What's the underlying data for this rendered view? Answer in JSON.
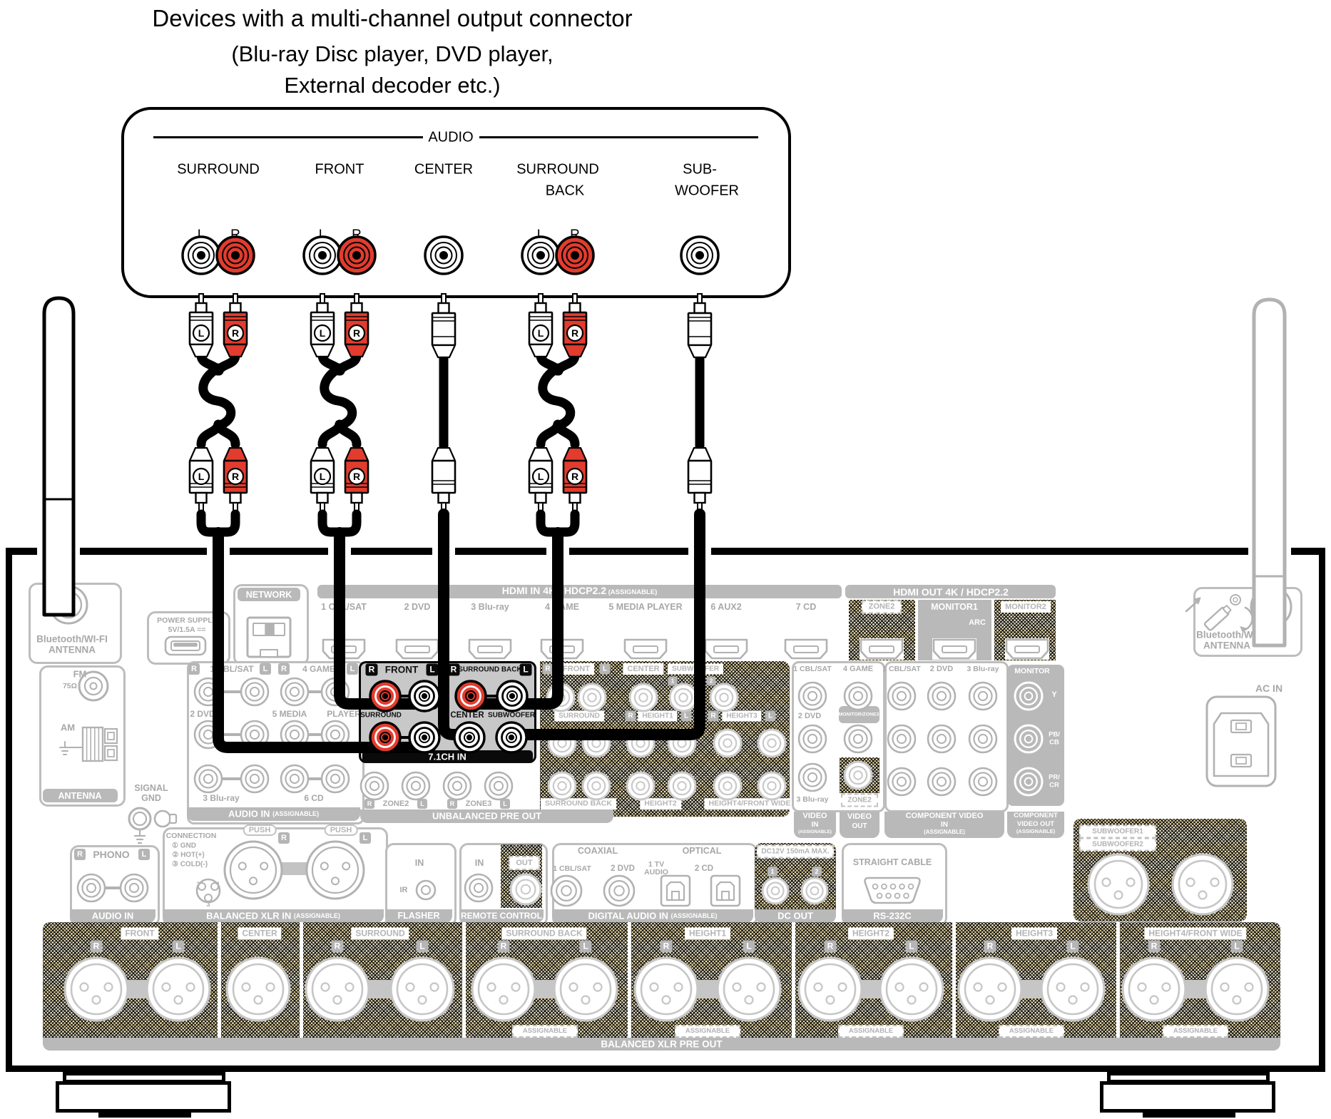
{
  "title": {
    "line1": "Devices with a multi-channel output connector",
    "line2": "(Blu-ray Disc player, DVD player,",
    "line3": "External decoder etc.)"
  },
  "source_device": {
    "group_label": "AUDIO",
    "left": "L",
    "right": "R",
    "channels": [
      {
        "label": "SURROUND",
        "label2": ""
      },
      {
        "label": "FRONT",
        "label2": ""
      },
      {
        "label": "CENTER",
        "label2": ""
      },
      {
        "label": "SURROUND",
        "label2": "BACK"
      },
      {
        "label": "SUB-",
        "label2": "WOOFER"
      }
    ]
  },
  "cables": {
    "l": "L",
    "r": "R",
    "list": [
      "surround-cable",
      "front-cable",
      "center-cable",
      "surround-back-cable",
      "subwoofer-cable"
    ]
  },
  "receiver": {
    "antenna_left": {
      "line1": "Bluetooth/WI-FI",
      "line2": "ANTENNA"
    },
    "antenna_right": {
      "line1": "Bluetooth/WI-FI",
      "line2": "ANTENNA"
    },
    "power_supply": {
      "line1": "POWER SUPPLY",
      "line2": "5V/1.5A =="
    },
    "network": "NETWORK",
    "tuner": {
      "fm": "FM",
      "ohm": "75Ω",
      "am": "AM",
      "footer": "ANTENNA"
    },
    "signal_gnd": {
      "line1": "SIGNAL",
      "line2": "GND"
    },
    "audio_in": {
      "r": "R",
      "l": "L",
      "row1a": "1 CBL/SAT",
      "row1b": "4 GAME",
      "row2a": "2 DVD",
      "row2b": "5 MEDIA",
      "row2c": "PLAYER",
      "row3a": "3 Blu-ray",
      "row3b": "6 CD",
      "footer": "AUDIO IN",
      "footer_note": "(ASSIGNABLE)"
    },
    "phono": {
      "r": "R",
      "label": "PHONO",
      "l": "L",
      "footer": "AUDIO IN"
    },
    "xlr_in": {
      "connection": "CONNECTION",
      "pin1": "① GND",
      "pin2": "② HOT(+)",
      "pin3": "③ COLD(-)",
      "push": "PUSH",
      "r": "R",
      "l": "L",
      "d2": "2",
      "d1": "1",
      "d3": "3",
      "footer": "BALANCED XLR IN",
      "footer_note": "(ASSIGNABLE)"
    },
    "flasher": {
      "in": "IN",
      "ir": "IR",
      "footer": "FLASHER"
    },
    "remote": {
      "in": "IN",
      "out": "OUT",
      "footer": "REMOTE CONTROL"
    },
    "digital_in": {
      "coaxial": "COAXIAL",
      "optical": "OPTICAL",
      "c1": "1 CBL/SAT",
      "c2": "2 DVD",
      "o1a": "1 TV",
      "o1b": "AUDIO",
      "o2": "2 CD",
      "footer": "DIGITAL AUDIO IN",
      "footer_note": "(ASSIGNABLE)"
    },
    "dc_out": {
      "note": "DC12V 150mA MAX.",
      "b1": "1",
      "b2": "2",
      "footer": "DC OUT"
    },
    "rs232": {
      "note": "STRAIGHT CABLE",
      "footer": "RS-232C"
    },
    "hdmi_in": {
      "header": "HDMI IN  4K / HDCP2.2",
      "header_note": "(ASSIGNABLE)",
      "ports": [
        "1 CBL/SAT",
        "2 DVD",
        "3 Blu-ray",
        "4 GAME",
        "5 MEDIA PLAYER",
        "6 AUX2",
        "7 CD"
      ]
    },
    "hdmi_out": {
      "header": "HDMI OUT  4K / HDCP2.2",
      "zone2": "ZONE2",
      "monitor1": "MONITOR1",
      "arc": "ARC",
      "monitor2": "MONITOR2"
    },
    "ch71": {
      "r": "R",
      "l": "L",
      "front": "FRONT",
      "surround_back": "SURROUND BACK",
      "surround": "SURROUND",
      "center": "CENTER",
      "subwoofer": "SUBWOOFER",
      "footer": "7.1CH IN"
    },
    "preout": {
      "r": "R",
      "l": "L",
      "front": "FRONT",
      "center": "CENTER",
      "subwoofer": "SUBWOOFER",
      "b1": "1",
      "b2": "2",
      "surround": "SURROUND",
      "height1": "HEIGHT1",
      "height3": "HEIGHT3",
      "zone2": "ZONE2",
      "zone3": "ZONE3",
      "surround_back": "SURROUND BACK",
      "height2": "HEIGHT2",
      "height4": "HEIGHT4/FRONT WIDE",
      "footer": "UNBALANCED PRE OUT"
    },
    "video": {
      "in1": "1 CBL/SAT",
      "in2": "4 GAME",
      "in3": "2 DVD",
      "in4": "3 Blu-ray",
      "monitor_zone": "MONITOR/ZONE3",
      "zone2": "ZONE2",
      "footer_in1": "VIDEO",
      "footer_in2": "IN",
      "footer_in_note": "(ASSIGNABLE)",
      "footer_out1": "VIDEO",
      "footer_out2": "OUT"
    },
    "component": {
      "in1": "1 CBL/SAT",
      "in2": "2 DVD",
      "in3": "3 Blu-ray",
      "monitor": "MONITOR",
      "y": "Y",
      "pb1": "PB/",
      "pb2": "CB",
      "pr1": "PR/",
      "pr2": "CR",
      "footer_in1": "COMPONENT VIDEO",
      "footer_in2": "IN",
      "footer_in_note": "(ASSIGNABLE)",
      "footer_out1": "COMPONENT",
      "footer_out2": "VIDEO OUT",
      "footer_out_note": "(ASSIGNABLE)"
    },
    "sub_xlr": {
      "label1": "SUBWOOFER1",
      "label2": "SUBWOOFER2"
    },
    "ac_in": "AC IN",
    "xlr_preout": {
      "r": "R",
      "l": "L",
      "assignable": "ASSIGNABLE",
      "footer": "BALANCED XLR PRE OUT",
      "sections": [
        "FRONT",
        "CENTER",
        "SURROUND",
        "SURROUND BACK",
        "HEIGHT1",
        "HEIGHT2",
        "HEIGHT3",
        "HEIGHT4/FRONT WIDE"
      ]
    }
  },
  "colors": {
    "accent_red": "#e23c2e",
    "panel_gray": "#b2b2b2",
    "bar_gray": "#b9b9b9",
    "box_gray": "#c8c8c8"
  }
}
